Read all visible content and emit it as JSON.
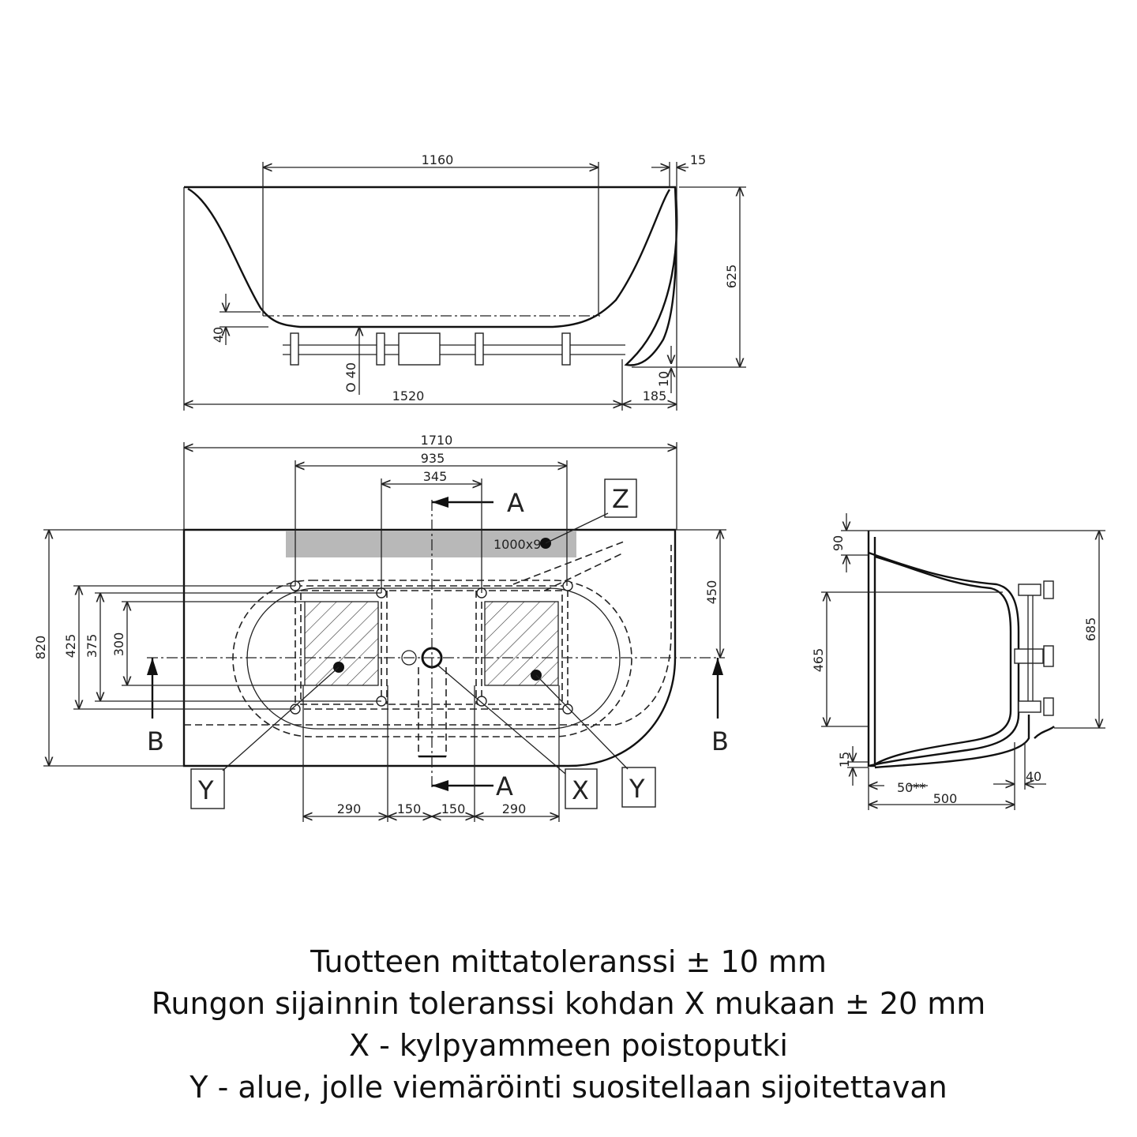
{
  "side_view": {
    "dimensions": {
      "width_1160": "1160",
      "rim_15": "15",
      "height_625": "625",
      "foot_40": "40",
      "drain_40": "O 40",
      "gap_10": "10",
      "length_1520": "1520",
      "offset_185": "185"
    }
  },
  "top_view": {
    "dimensions": {
      "length_1710": "1710",
      "frame_935": "935",
      "center_345": "345",
      "width_820": "820",
      "d_425": "425",
      "d_375": "375",
      "d_300": "300",
      "depth_450": "450",
      "b1_290": "290",
      "b2_150": "150",
      "b3_150": "150",
      "b4_290": "290"
    },
    "shaded_label": "1000x9",
    "markers": {
      "section_a_top": "A",
      "section_a_bottom": "A",
      "section_b_left": "B",
      "section_b_right": "B",
      "z": "Z",
      "x": "X",
      "y_left": "Y",
      "y_right": "Y"
    }
  },
  "section_view": {
    "dimensions": {
      "d_90": "90",
      "d_465": "465",
      "d_685": "685",
      "d_15": "15",
      "d_40": "40",
      "d_50": "50**",
      "d_500": "500"
    }
  },
  "notes": [
    "Tuotteen mittatoleranssi ± 10 mm",
    "Rungon sijainnin toleranssi kohdan X mukaan ± 20 mm",
    "X - kylpyammeen poistoputki",
    "Y - alue, jolle viemäröinti suositellaan sijoitettavan"
  ],
  "colors": {
    "line": "#222222",
    "shaded_zone": "#b8b8b8",
    "background": "#ffffff"
  }
}
